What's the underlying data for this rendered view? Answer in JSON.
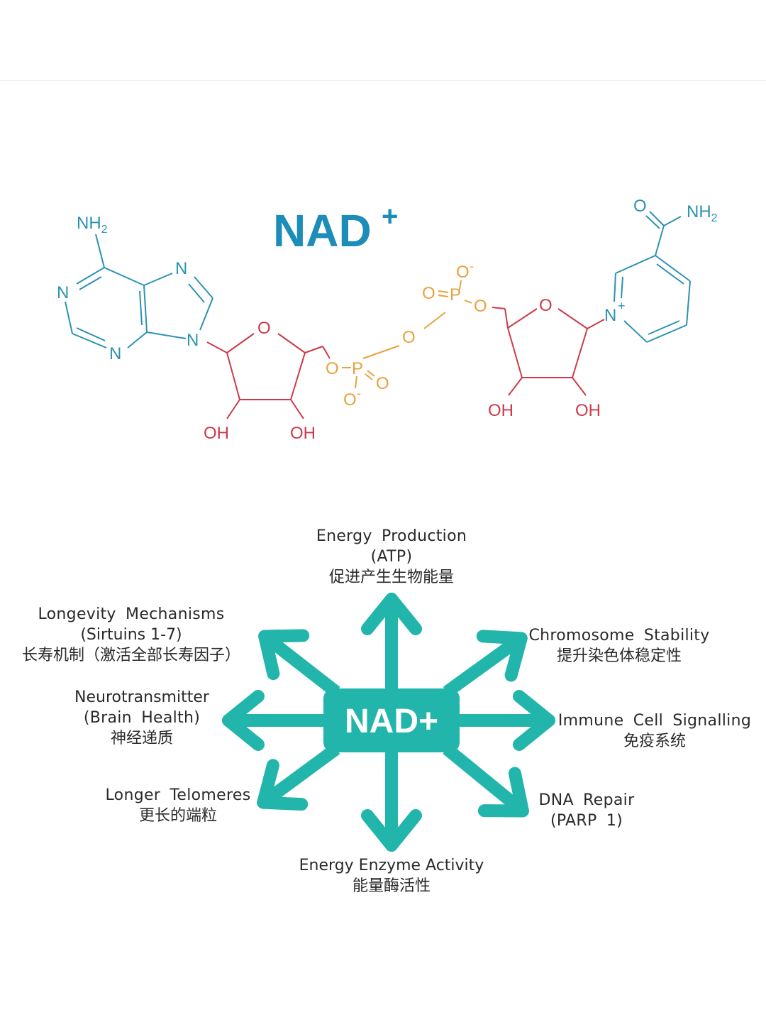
{
  "colors": {
    "adenine_blue": "#2b93b0",
    "title_blue": "#1c8cb8",
    "ribose_red": "#cc3a4a",
    "phosphate_orange": "#e6a23c",
    "diagram_teal": "#22b5ac",
    "text_dark": "#2a2a2a"
  },
  "molecule": {
    "title": "NAD",
    "title_superscript": "+",
    "adenine_atoms": {
      "nh2": "NH",
      "nh2_sub": "2",
      "n1": "N",
      "n3": "N",
      "n7": "N",
      "n9": "N"
    },
    "ribose_left_atoms": {
      "o": "O",
      "oh1": "OH",
      "oh2": "OH"
    },
    "phosphate_left_atoms": {
      "o_link": "O",
      "p": "P",
      "o_double": "O",
      "o_minus": "O",
      "charge": "-"
    },
    "bridge_oxygen": "O",
    "phosphate_right_atoms": {
      "o_minus": "O",
      "charge": "-",
      "o_double": "O",
      "p": "P",
      "o_link": "O"
    },
    "ribose_right_atoms": {
      "o": "O",
      "oh1": "OH",
      "oh2": "OH"
    },
    "nicotinamide_atoms": {
      "n": "N",
      "n_charge": "+",
      "o": "O",
      "nh2": "NH",
      "nh2_sub": "2"
    }
  },
  "diagram": {
    "center_label": "NAD+",
    "branches": [
      {
        "id": "energy-production",
        "direction": "up",
        "lines": [
          "Energy Production",
          "(ATP)",
          "促进产生生物能量"
        ]
      },
      {
        "id": "chromosome-stability",
        "direction": "up-right",
        "lines": [
          "Chromosome Stability",
          "提升染色体稳定性"
        ]
      },
      {
        "id": "immune-cell-signalling",
        "direction": "right",
        "lines": [
          "Immune Cell Signalling",
          "免疫系统"
        ]
      },
      {
        "id": "dna-repair",
        "direction": "down-right",
        "lines": [
          "DNA Repair",
          "(PARP 1)"
        ]
      },
      {
        "id": "energy-enzyme-activity",
        "direction": "down",
        "lines": [
          "Energy Enzyme Activity",
          "能量酶活性"
        ]
      },
      {
        "id": "longer-telomeres",
        "direction": "down-left",
        "lines": [
          "Longer Telomeres",
          "更长的端粒"
        ]
      },
      {
        "id": "neurotransmitter",
        "direction": "left",
        "lines": [
          "Neurotransmitter",
          "(Brain Health)",
          "神经递质"
        ]
      },
      {
        "id": "longevity-mechanisms",
        "direction": "up-left",
        "lines": [
          "Longevity Mechanisms",
          "(Sirtuins 1-7)",
          "长寿机制（激活全部长寿因子）"
        ]
      }
    ]
  }
}
